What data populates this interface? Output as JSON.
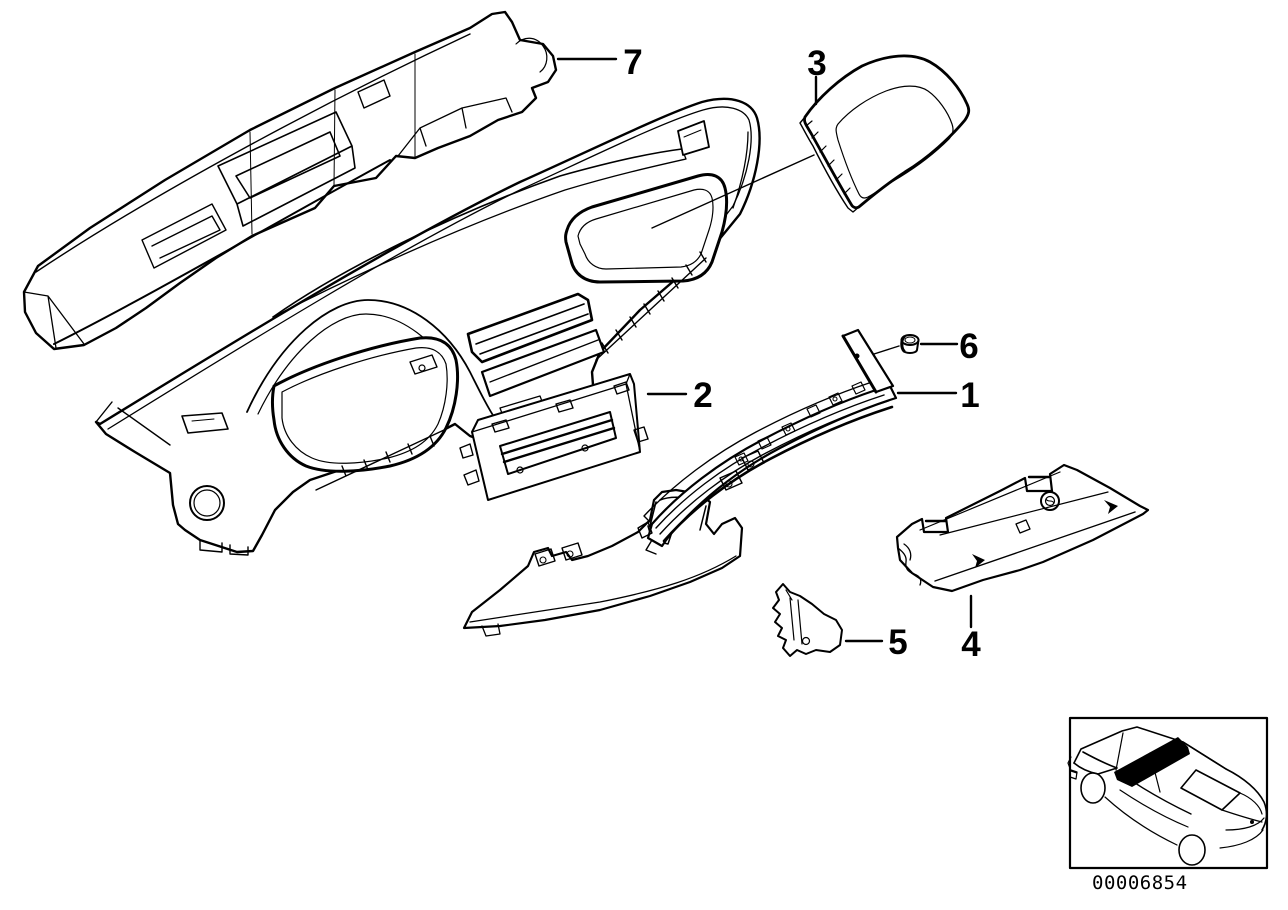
{
  "colors": {
    "ink": "#000000",
    "background": "#ffffff"
  },
  "callouts": {
    "c1": {
      "label": "1"
    },
    "c2": {
      "label": "2"
    },
    "c3": {
      "label": "3"
    },
    "c4": {
      "label": "4"
    },
    "c5": {
      "label": "5"
    },
    "c6": {
      "label": "6"
    },
    "c7": {
      "label": "7"
    }
  },
  "footer": {
    "diagram_code": "00006854"
  }
}
